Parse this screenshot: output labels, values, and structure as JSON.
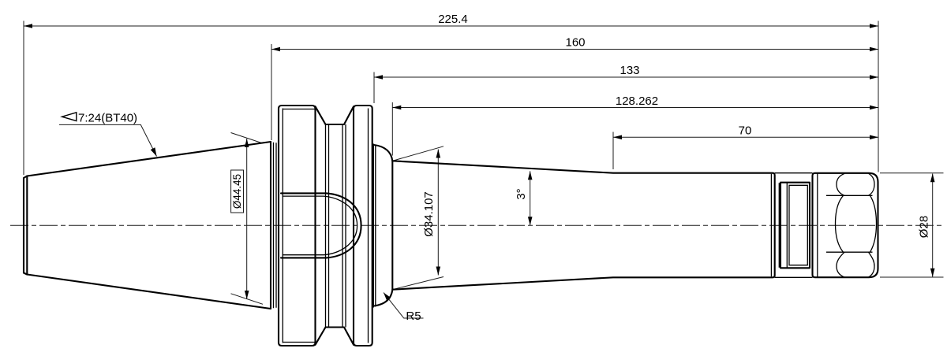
{
  "drawing": {
    "type": "technical-drawing",
    "part": "BT40 collet chuck tool holder side view",
    "background_color": "#ffffff",
    "line_color": "#000000",
    "dimensions": {
      "overall_length": "225.4",
      "gauge_line_to_tip": "160",
      "flange_rear_to_tip": "133",
      "neck_start_to_tip": "128.262",
      "cylinder_to_tip": "70",
      "gauge_diameter_boxed": "Ø44.45",
      "neck_diameter": "Ø34.107",
      "body_taper_angle": "3°",
      "nut_diameter": "Ø28",
      "fillet_radius": "R5",
      "taper_spec": "7:24(BT40)"
    }
  }
}
